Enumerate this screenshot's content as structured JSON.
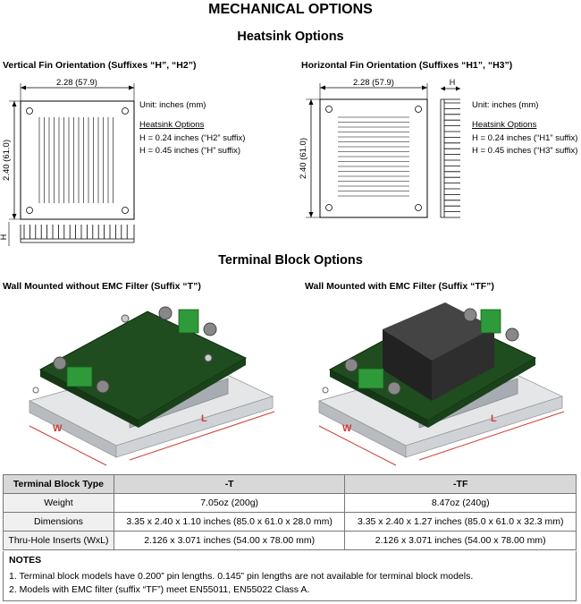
{
  "titles": {
    "main": "MECHANICAL OPTIONS",
    "heatsink": "Heatsink Options",
    "terminal": "Terminal Block Options"
  },
  "vertical": {
    "heading": "Vertical Fin Orientation (Suffixes “H”, “H2”)",
    "width_dim": "2.28 (57.9)",
    "height_dim": "2.40 (61.0)",
    "h_label": "H",
    "unit": "Unit: inches (mm)",
    "options_title": "Heatsink Options",
    "opt1": "H = 0.24 inches (“H2” suffix)",
    "opt2": "H = 0.45 inches (“H” suffix)"
  },
  "horizontal": {
    "heading": "Horizontal Fin Orientation (Suffixes “H1”, “H3”)",
    "width_dim": "2.28 (57.9)",
    "height_dim": "2.40 (61.0)",
    "h_label": "H",
    "unit": "Unit: inches (mm)",
    "options_title": "Heatsink Options",
    "opt1": "H = 0.24 inches (“H1” suffix)",
    "opt2": "H = 0.45 inches (“H3” suffix)"
  },
  "wall_t": {
    "heading": "Wall Mounted without EMC Filter (Suffix “T”)",
    "w_label": "W",
    "l_label": "L"
  },
  "wall_tf": {
    "heading": "Wall Mounted with EMC Filter (Suffix “TF”)",
    "w_label": "W",
    "l_label": "L"
  },
  "table": {
    "col_header": "Terminal Block Type",
    "col_t": "-T",
    "col_tf": "-TF",
    "rows": [
      {
        "label": "Weight",
        "t": "7.05oz (200g)",
        "tf": "8.47oz (240g)"
      },
      {
        "label": "Dimensions",
        "t": "3.35 x 2.40 x 1.10 inches  (85.0 x 61.0 x 28.0 mm)",
        "tf": "3.35 x 2.40 x 1.27 inches  (85.0 x 61.0 x 32.3 mm)"
      },
      {
        "label": "Thru-Hole Inserts (WxL)",
        "t": "2.126 x 3.071 inches (54.00 x 78.00 mm)",
        "tf": "2.126 x 3.071 inches (54.00 x 78.00 mm)"
      }
    ]
  },
  "notes": {
    "title": "NOTES",
    "n1": "1. Terminal block models have 0.200” pin lengths. 0.145” pin lengths are not available for terminal block models.",
    "n2": "2. Models with EMC filter (suffix “TF”) meet EN55011, EN55022 Class A."
  },
  "colors": {
    "pcb": "#1f4d1f",
    "terminal": "#2f9a3a",
    "heatsink": "#c8ccd0",
    "dimension_red": "#d23a3a",
    "emc_box": "#2a2a2a"
  }
}
